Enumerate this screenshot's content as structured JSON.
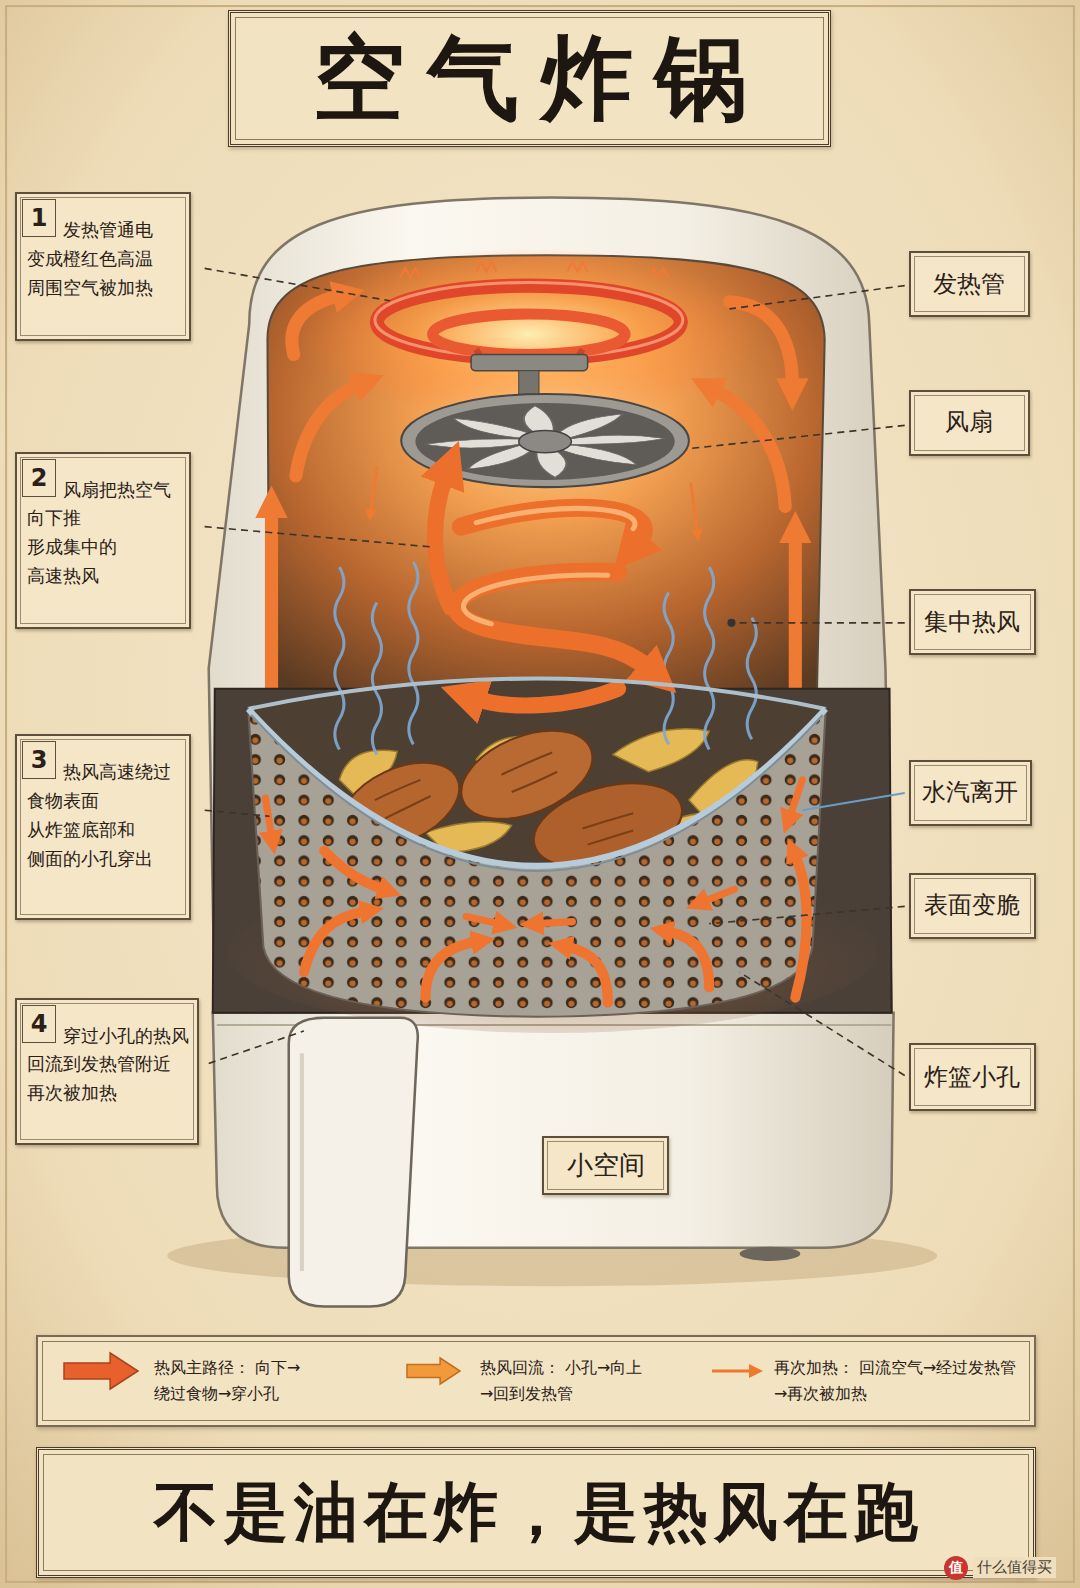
{
  "diagram": {
    "title": "空气炸锅",
    "caption": "不是油在炸，是热风在跑",
    "nodes": [
      {
        "text": [
          "1",
          "发热管通电 变成橙红色高温 周围空气被加热"
        ]
      },
      {
        "text": [
          "发热管"
        ]
      },
      {
        "text": [
          "风扇"
        ]
      },
      {
        "text": [
          "2",
          "风扇把热空气 向下推 形成集中的 高速热风"
        ]
      },
      {
        "text": [
          "集中热风"
        ]
      },
      {
        "text": [
          "3",
          "热风高速绕过 食物表面 从炸篮底部和 侧面的小孔穿出"
        ]
      },
      {
        "text": [
          "水汽离开"
        ]
      },
      {
        "text": [
          "表面变脆"
        ]
      },
      {
        "text": [
          "4",
          "穿过小孔的热风 回流到发热管附近 再次被加热"
        ]
      },
      {
        "text": [
          "炸篮小孔"
        ]
      },
      {
        "text": [
          "小空间"
        ]
      }
    ],
    "labels": [
      "值",
      "什么值得买"
    ],
    "legend": [
      {
        "text": "热风主路径： 向下→绕过食物→穿小孔"
      },
      {
        "text": "热风回流： 小孔→向上→回到发热管"
      },
      {
        "text": "再次加热： 回流空气→经过发热管→再次被加热"
      }
    ]
  }
}
